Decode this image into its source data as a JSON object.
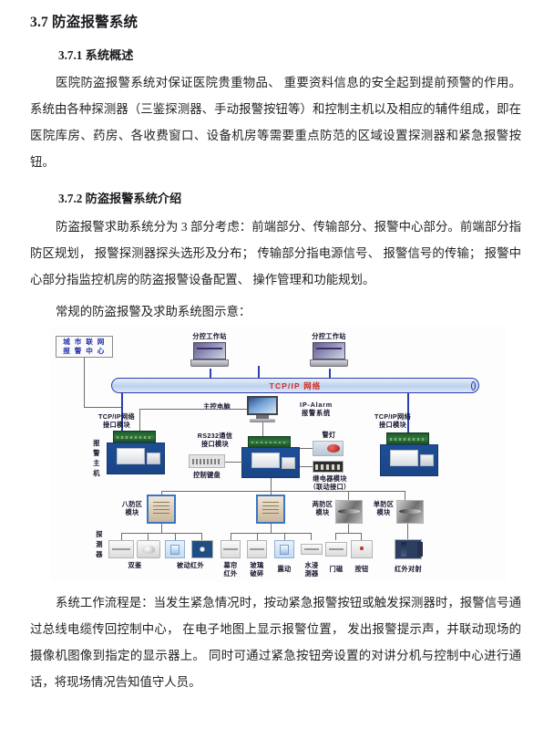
{
  "document": {
    "section_heading": "3.7  防盗报警系统",
    "sub1_heading": "3.7.1  系统概述",
    "para1": "医院防盗报警系统对保证医院贵重物品、  重要资料信息的安全起到提前预警的作用。系统由各种探测器（三鉴探测器、手动报警按钮等）和控制主机以及相应的辅件组成，即在医院库房、药房、各收费窗口、设备机房等需要重点防范的区域设置探测器和紧急报警按钮。",
    "sub2_heading": "3.7.2  防盗报警系统介绍",
    "para2": "防盗报警求助系统分为  3 部分考虑：前端部分、传输部分、报警中心部分。前端部分指防区规划，  报警探测器探头选形及分布；  传输部分指电源信号、  报警信号的传输；  报警中心部分指监控机房的防盗报警设备配置、  操作管理和功能规划。",
    "figure_caption": "常规的防盗报警及求助系统图示意：",
    "para3": "系统工作流程是：当发生紧急情况时，按动紧急报警按钮或触发探测器时，报警信号通过总线电缆传回控制中心，  在电子地图上显示报警位置，  发出报警提示声，并联动现场的摄像机图像到指定的显示器上。   同时可通过紧急按钮旁设置的对讲分机与控制中心进行通话，将现场情况告知值守人员。"
  },
  "diagram": {
    "city_center": "城 市 联 网\n报 警 中 心",
    "workstation_left": "分控工作站",
    "workstation_right": "分控工作站",
    "bus_label": "TCP/IP 网络",
    "main_pc": "主控电脑",
    "ip_alarm": "IP-Alarm\n报警系统",
    "tcpip_module_left": "TCP/IP网络\n接口模块",
    "tcpip_module_right": "TCP/IP网络\n接口模块",
    "alarm_host": "报\n警\n主\n机",
    "rs232_module": "RS232通信\n接口模块",
    "control_keyboard": "控制键盘",
    "alarm_lamp": "警灯",
    "relay_module": "继电器模块\n（联动接口）",
    "eight_zone_module": "八防区\n模块",
    "two_zone_module": "两防区\n模块",
    "single_zone_module": "单防区\n模块",
    "detector_label": "探\n测\n器",
    "detectors": [
      {
        "name": "双鉴"
      },
      {
        "name": "被动红外"
      },
      {
        "name": "幕帘\n红外"
      },
      {
        "name": "玻璃\n破碎"
      },
      {
        "name": "震动"
      },
      {
        "name": "水浸\n测器"
      },
      {
        "name": "门磁"
      },
      {
        "name": "按钮"
      },
      {
        "name": "红外对射"
      }
    ]
  },
  "colors": {
    "bus_text": "#d32a1e",
    "city_text": "#2230a8",
    "bus_border": "#2b3fb0",
    "body_text": "#231f20"
  }
}
